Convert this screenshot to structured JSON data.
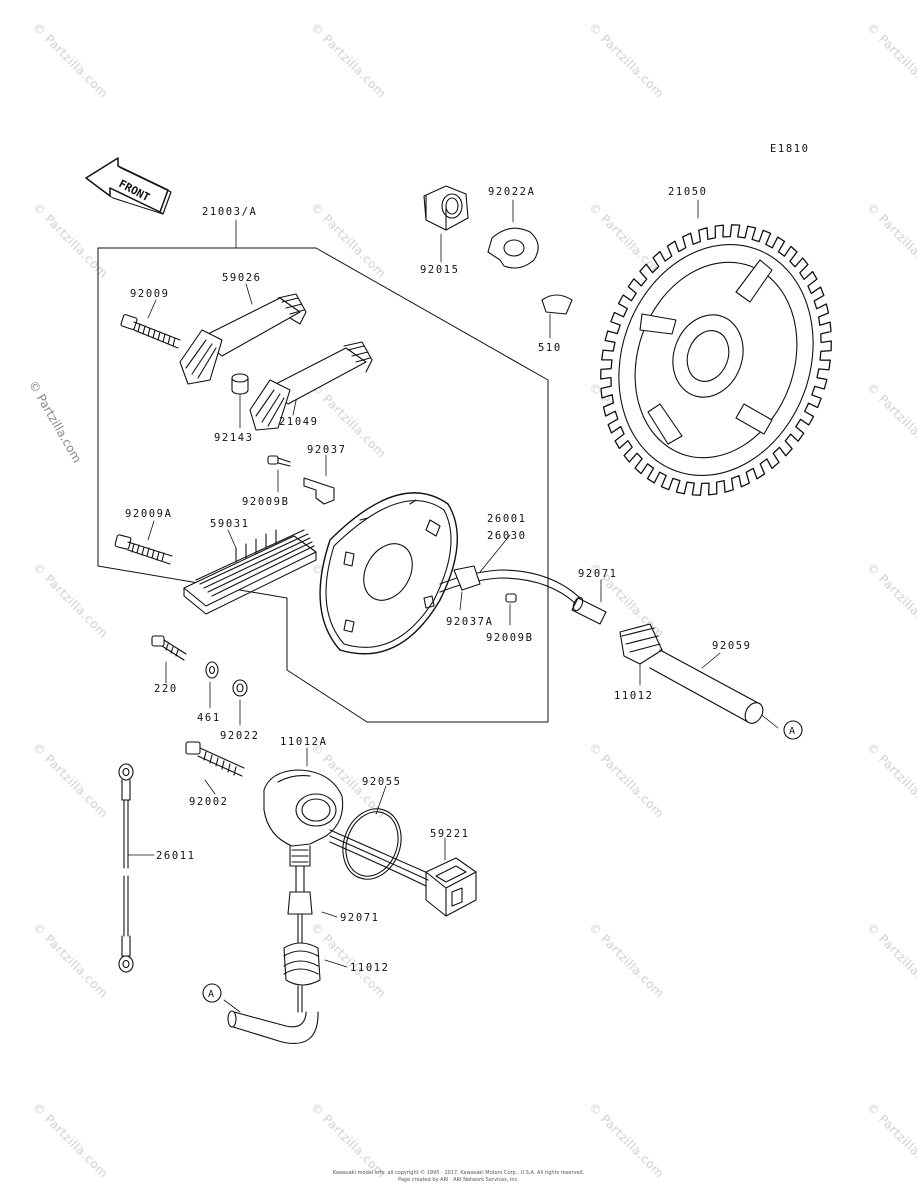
{
  "diagram_code": "E1810",
  "front_label": "FRONT",
  "callout_a": "A",
  "watermark": "© Partzilla.com",
  "side_watermark": "© Partzilla.com",
  "footer_line1": "Kawasaki model info: all copyright © 1995 - 2017, Kawasaki Motors Corp., U.S.A. All rights reserved.",
  "footer_line2": "Page created by ARI · ARI Network Services, Inc.",
  "labels": {
    "p21003A": "21003/A",
    "p59026": "59026",
    "p92009": "92009",
    "p21049": "21049",
    "p92143": "92143",
    "p92037": "92037",
    "p92009B_1": "92009B",
    "p92009A": "92009A",
    "p59031": "59031",
    "p92015": "92015",
    "p92022A": "92022A",
    "p510": "510",
    "p21050": "21050",
    "p26001": "26001",
    "p26030": "26030",
    "p92037A": "92037A",
    "p92009B_2": "92009B",
    "p92071_1": "92071",
    "p92059": "92059",
    "p11012_1": "11012",
    "p220": "220",
    "p461": "461",
    "p92022": "92022",
    "p11012A": "11012A",
    "p92055": "92055",
    "p92002": "92002",
    "p26011": "26011",
    "p59221": "59221",
    "p92071_2": "92071",
    "p11012_2": "11012"
  }
}
